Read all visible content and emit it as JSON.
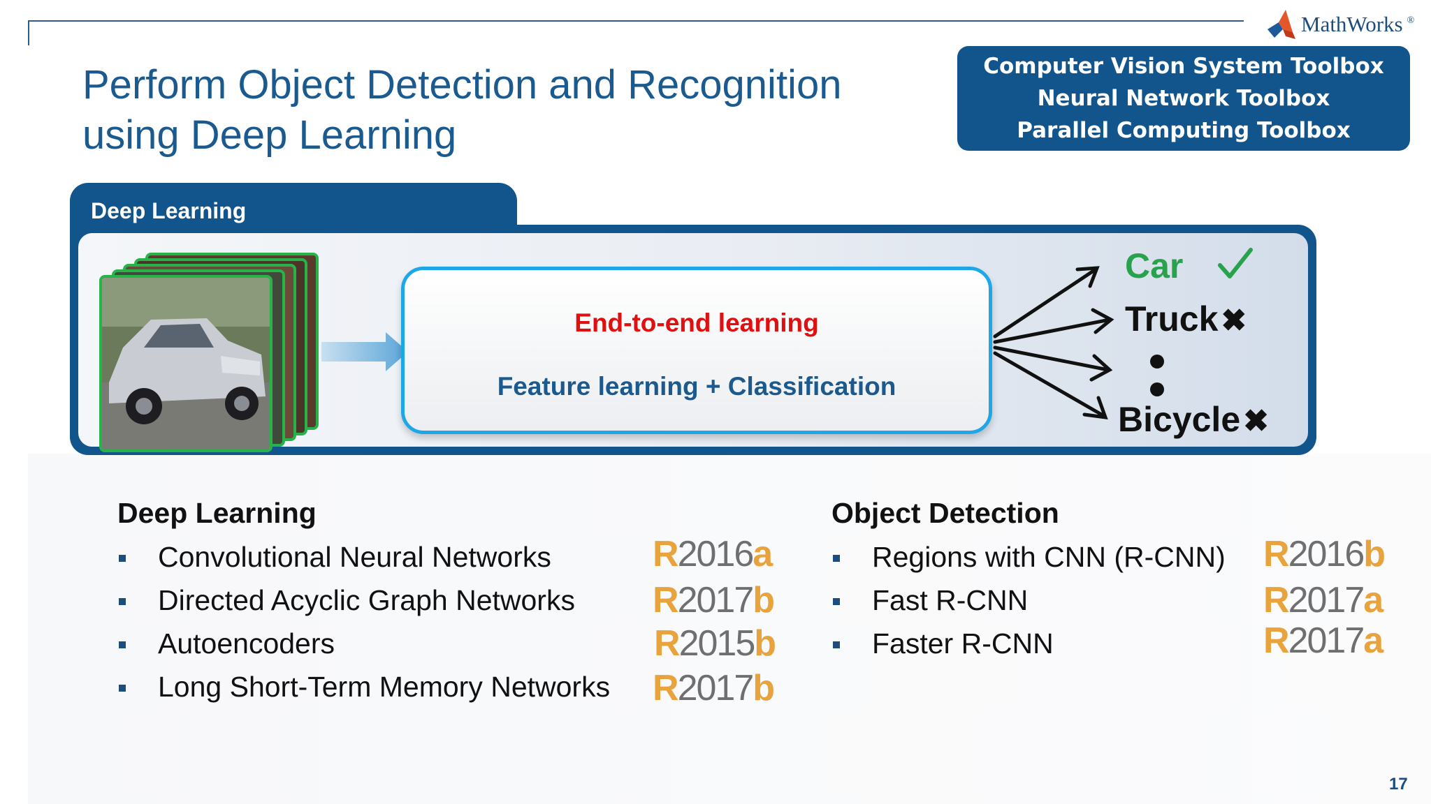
{
  "header": {
    "logo_text": "MathWorks",
    "logo_mark": "®"
  },
  "title": {
    "line1": "Perform Object Detection and Recognition",
    "line2": "using Deep Learning"
  },
  "toolboxes": [
    "Computer Vision System Toolbox",
    "Neural Network Toolbox",
    "Parallel Computing Toolbox"
  ],
  "diagram": {
    "tab_label": "Deep Learning",
    "center_red": "End-to-end learning",
    "center_blue": "Feature learning + Classification",
    "classes": {
      "car": "Car",
      "truck": "Truck",
      "bicycle": "Bicycle"
    },
    "check_icon": "check-icon",
    "x_icon": "✖"
  },
  "deep_learning": {
    "heading": "Deep Learning",
    "items": [
      {
        "label": "Convolutional Neural Networks",
        "r": "R",
        "year": "2016",
        "suffix": "a"
      },
      {
        "label": "Directed Acyclic Graph Networks",
        "r": "R",
        "year": "2017",
        "suffix": "b"
      },
      {
        "label": "Autoencoders",
        "r": "R",
        "year": "2015",
        "suffix": "b"
      },
      {
        "label": "Long Short-Term Memory Networks",
        "r": "R",
        "year": "2017",
        "suffix": "b"
      }
    ]
  },
  "object_detection": {
    "heading": "Object Detection",
    "items": [
      {
        "label": "Regions with CNN (R-CNN)",
        "r": "R",
        "year": "2016",
        "suffix": "b"
      },
      {
        "label": "Fast R-CNN",
        "r": "R",
        "year": "2017",
        "suffix": "a"
      },
      {
        "label": "Faster R-CNN",
        "r": "R",
        "year": "2017",
        "suffix": "a"
      }
    ]
  },
  "page_number": "17",
  "colors": {
    "brand_blue": "#12558c",
    "title_blue": "#1a5a8f",
    "release_orange": "#e8a33c",
    "accent_red": "#e01010",
    "accent_green": "#28a24c",
    "frame_green": "#28b34a"
  }
}
